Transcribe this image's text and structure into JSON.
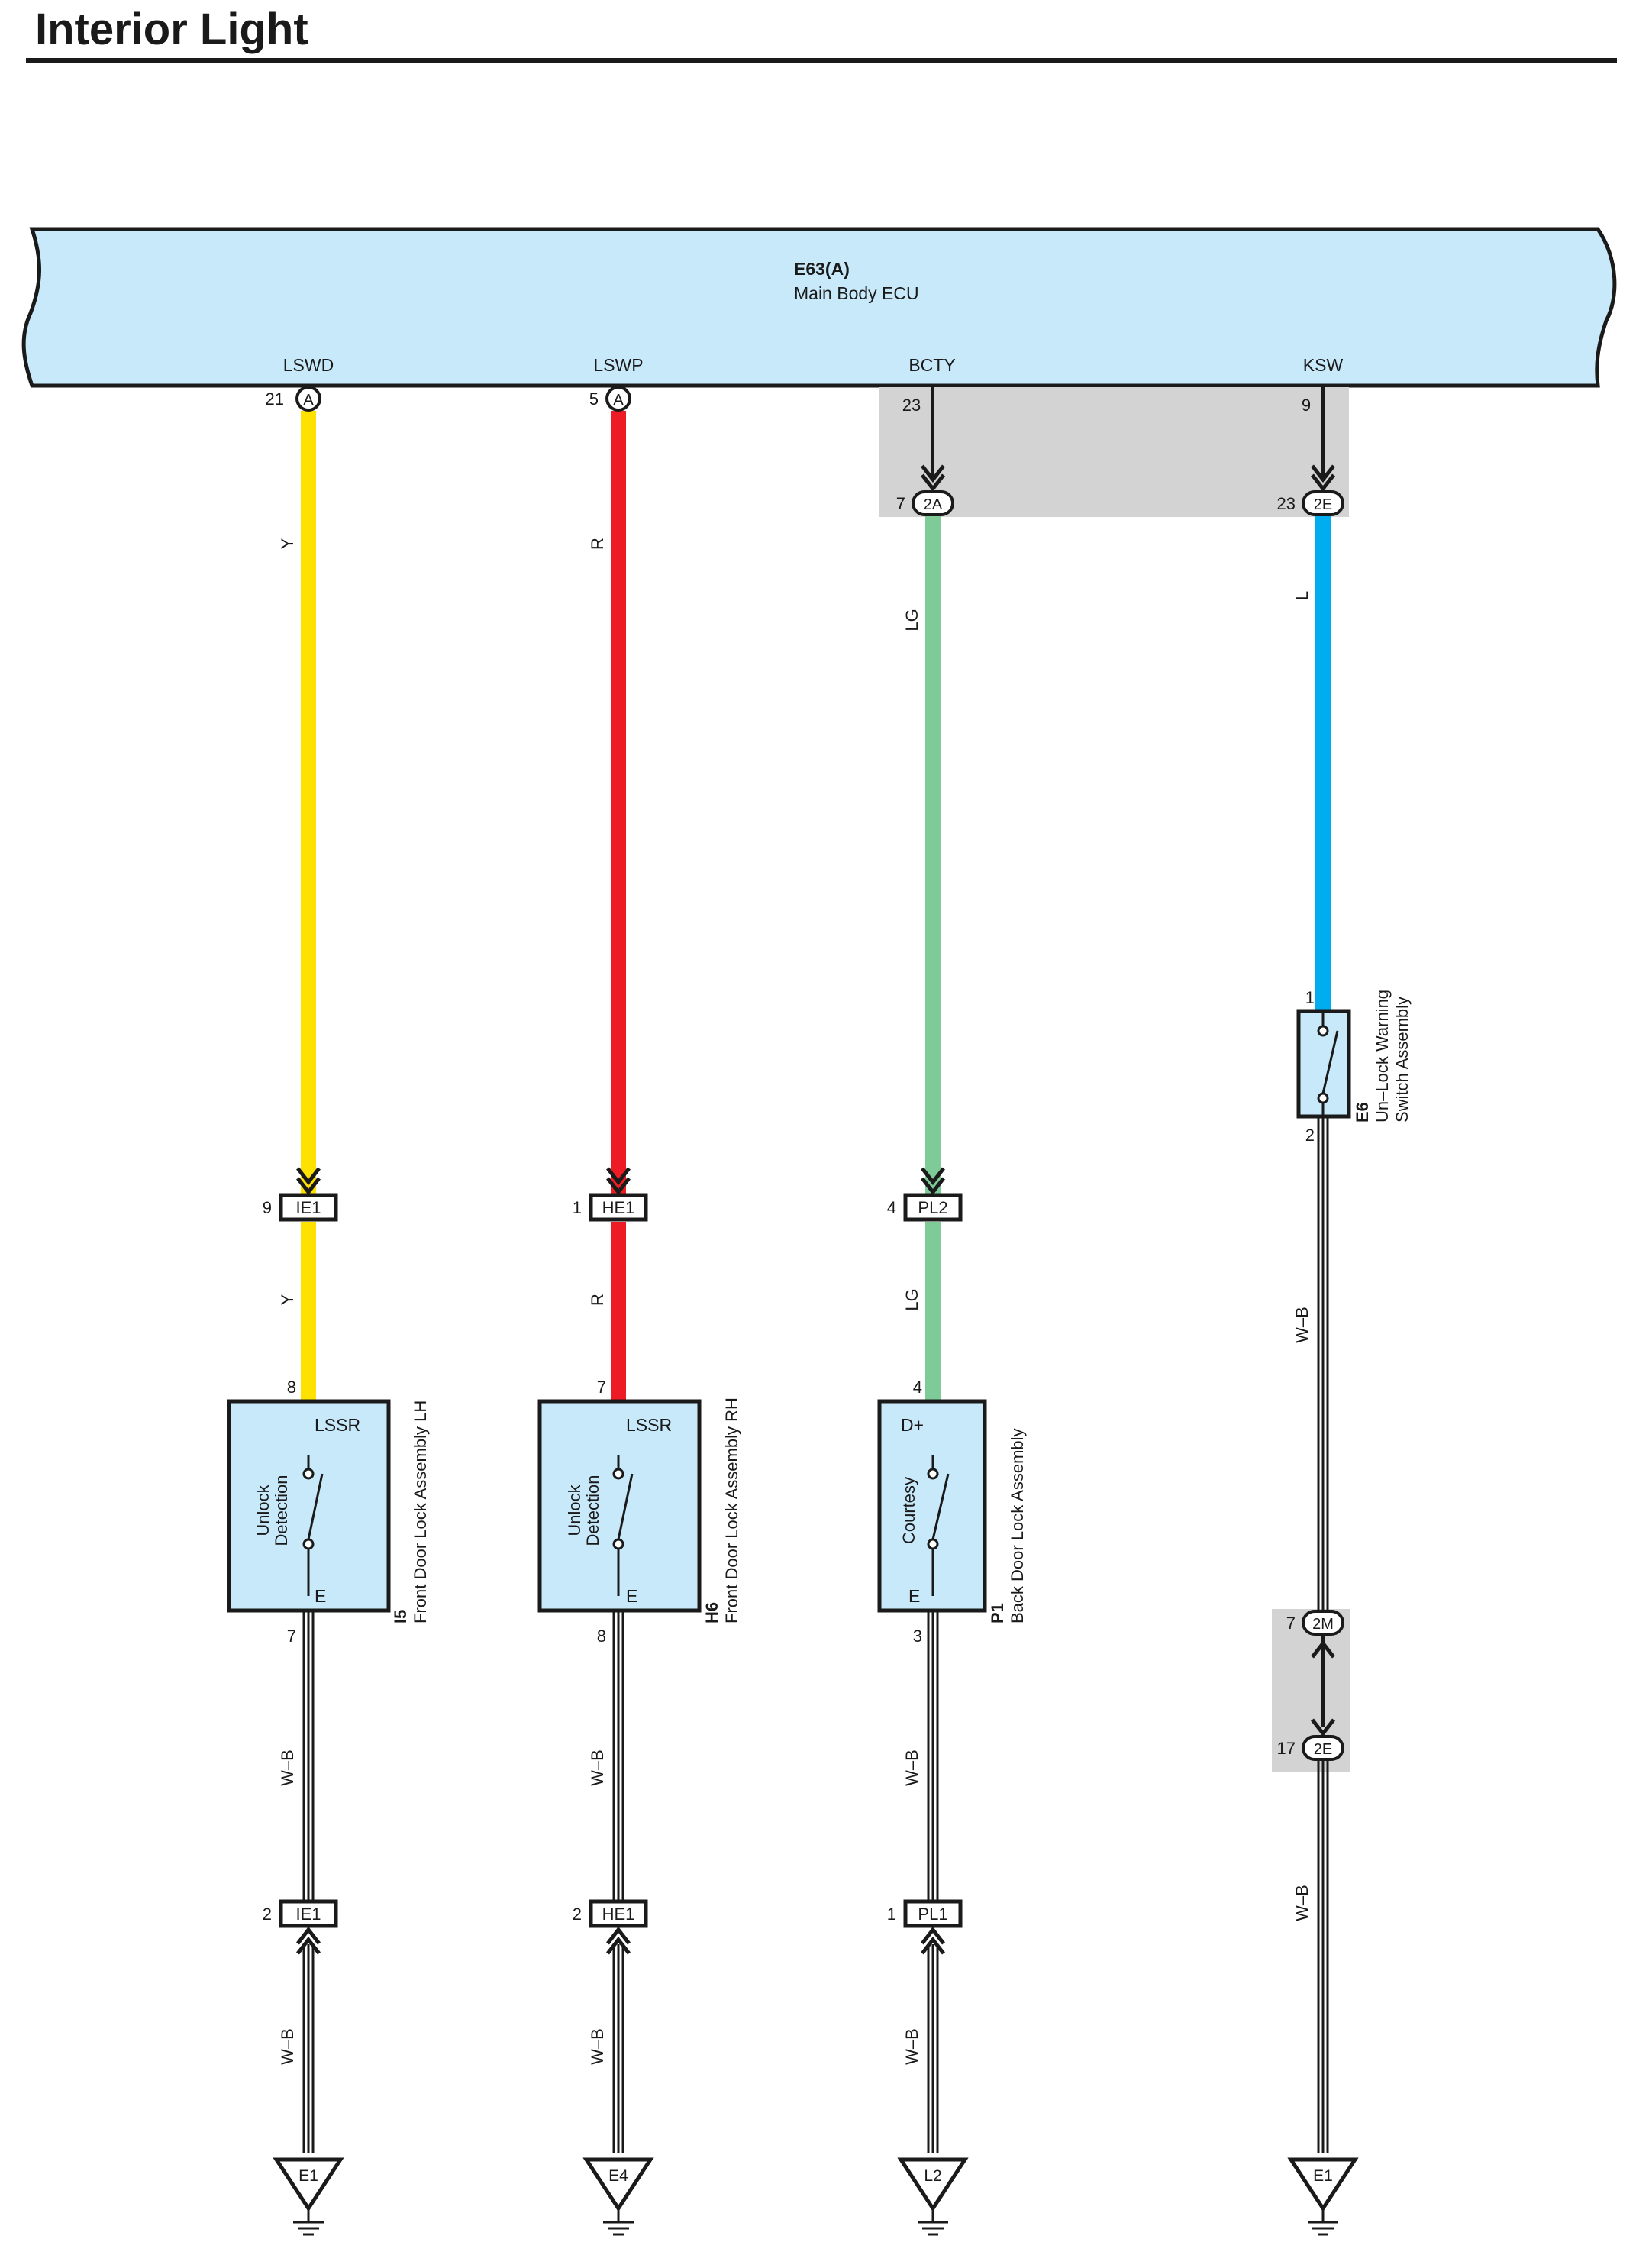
{
  "title": "Interior Light",
  "ecu": {
    "code": "E63(A)",
    "name": "Main Body ECU",
    "fill": "#c8e9fa",
    "terminals": [
      "LSWD",
      "LSWP",
      "BCTY",
      "KSW"
    ]
  },
  "colors": {
    "yellow": "#ffe100",
    "red": "#ed1c24",
    "green": "#7ecb98",
    "blue": "#00aeef",
    "shade": "#d3d3d3",
    "component_fill": "#c8e9fa"
  },
  "circuits": [
    {
      "ecu_pin": "21",
      "ecu_conn": "A",
      "wire_upper": "Y",
      "wire_lower": "Y",
      "inline_top": {
        "pin": "9",
        "label": "IE1"
      },
      "component": {
        "code": "I5",
        "name": "Front Door Lock Assembly LH",
        "pin_top": "8",
        "pin_bottom": "7",
        "term_top": "LSSR",
        "term_bottom": "E",
        "switch_label": [
          "Unlock",
          "Detection"
        ]
      },
      "wire_after": "W–B",
      "inline_bottom": {
        "pin": "2",
        "label": "IE1"
      },
      "wire_ground": "W–B",
      "ground": "E1"
    },
    {
      "ecu_pin": "5",
      "ecu_conn": "A",
      "wire_upper": "R",
      "wire_lower": "R",
      "inline_top": {
        "pin": "1",
        "label": "HE1"
      },
      "component": {
        "code": "H6",
        "name": "Front Door Lock Assembly RH",
        "pin_top": "7",
        "pin_bottom": "8",
        "term_top": "LSSR",
        "term_bottom": "E",
        "switch_label": [
          "Unlock",
          "Detection"
        ]
      },
      "wire_after": "W–B",
      "inline_bottom": {
        "pin": "2",
        "label": "HE1"
      },
      "wire_ground": "W–B",
      "ground": "E4"
    },
    {
      "ecu_pin": "23",
      "junction": {
        "pin": "7",
        "label": "2A"
      },
      "wire_upper": "LG",
      "wire_lower": "LG",
      "inline_top": {
        "pin": "4",
        "label": "PL2"
      },
      "component": {
        "code": "P1",
        "name": "Back Door Lock Assembly",
        "pin_top": "4",
        "pin_bottom": "3",
        "term_top": "D+",
        "term_bottom": "E",
        "switch_label": [
          "Courtesy"
        ]
      },
      "wire_after": "W–B",
      "inline_bottom": {
        "pin": "1",
        "label": "PL1"
      },
      "wire_ground": "W–B",
      "ground": "L2"
    },
    {
      "ecu_pin": "9",
      "junction": {
        "pin": "23",
        "label": "2E"
      },
      "wire_upper": "L",
      "component": {
        "code": "E6",
        "name_lines": [
          "Un–Lock Warning",
          "Switch Assembly"
        ],
        "pin_top": "1",
        "pin_bottom": "2"
      },
      "wire_after": "W–B",
      "junction_lower": [
        {
          "pin": "7",
          "label": "2M"
        },
        {
          "pin": "17",
          "label": "2E"
        }
      ],
      "wire_ground": "W–B",
      "ground": "E1"
    }
  ]
}
